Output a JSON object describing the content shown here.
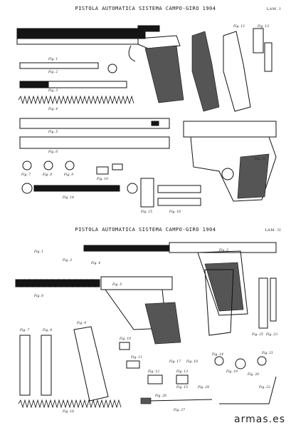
{
  "plates": [
    {
      "title": "PISTOLA AUTOMATICA SISTEMA CAMPO-GIRO 1904",
      "lamina": "LAM. I",
      "labels": [
        "Fig. 1",
        "Fig. 2",
        "Fig. 3",
        "Fig. 4",
        "Fig. 5",
        "Fig. 6",
        "Fig. 7",
        "Fig. 8",
        "Fig. 9",
        "Fig. 10",
        "Fig. 11",
        "Fig. 12",
        "Fig. 13",
        "Fig. 14",
        "Fig. 15",
        "Fig. 16"
      ]
    },
    {
      "title": "PISTOLA AUTOMATICA SISTEMA CAMPO-GIRO 1904",
      "lamina": "LAM. II",
      "labels": [
        "Fig. 1",
        "Fig. 2",
        "Fig. 3",
        "Fig. 4",
        "Fig. 5",
        "Fig. 6",
        "Fig. 7",
        "Fig. 8",
        "Fig. 9",
        "Fig. 10",
        "Fig. 11",
        "Fig. 12",
        "Fig. 13",
        "Fig. 14",
        "Fig. 15",
        "Fig. 16",
        "Fig. 17",
        "Fig. 18",
        "Fig. 19",
        "Fig. 20",
        "Fig. 21",
        "Fig. 22",
        "Fig. 23",
        "Fig. 24",
        "Fig. 25",
        "Fig. 26",
        "Fig. 27"
      ]
    }
  ],
  "watermark": "armas.es"
}
